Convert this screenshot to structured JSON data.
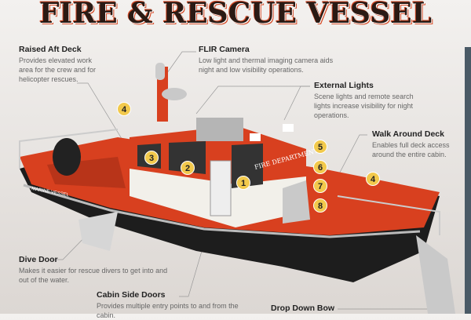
{
  "title": "FIRE & RESCUE VESSEL",
  "callouts": [
    {
      "title": "Raised Aft Deck",
      "text": "Provides elevated work area for the crew and for helicopter rescues."
    },
    {
      "title": "FLIR Camera",
      "text": "Low light and thermal imaging camera aids night and low visibility operations."
    },
    {
      "title": "External Lights",
      "text": "Scene lights and remote search lights increase visibility for night operations."
    },
    {
      "title": "Walk Around Deck",
      "text": "Enables full deck access around the entire cabin."
    },
    {
      "title": "Dive Door",
      "text": "Makes it easier for rescue divers to get into and out of the water."
    },
    {
      "title": "Cabin Side Doors",
      "text": "Provides multiple entry points to and from the cabin."
    },
    {
      "title": "Drop Down Bow",
      "text": ""
    }
  ],
  "markers": [
    "1",
    "2",
    "3",
    "4",
    "4",
    "5",
    "6",
    "7",
    "8"
  ],
  "boat_text": {
    "cabin": "FIRE DEPARTMENT",
    "hull": "MARINE VESSEL"
  },
  "colors": {
    "hull_red": "#d8401f",
    "marker": "#f2c94c"
  }
}
